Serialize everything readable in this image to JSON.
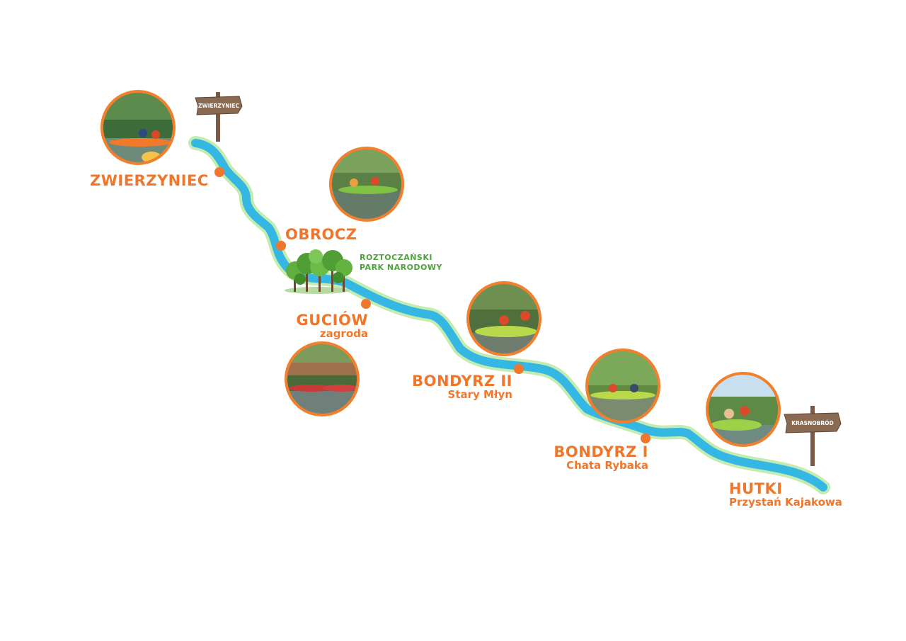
{
  "colors": {
    "river": "#35b7e4",
    "river_outline": "#c4ecb0",
    "accent": "#f0762c",
    "park_green": "#4ea23c",
    "sign_wood": "#7a5a44",
    "photo_ring": "#f0802e"
  },
  "signposts": {
    "start": "ZWIERZYNIEC",
    "end": "KRASNOBRÓD"
  },
  "park": {
    "line1": "ROZTOCZAŃSKI",
    "line2": "PARK NARODOWY",
    "icon": "tree-cluster-icon"
  },
  "stops": [
    {
      "name": "ZWIERZYNIEC",
      "subtitle": ""
    },
    {
      "name": "OBROCZ",
      "subtitle": ""
    },
    {
      "name": "GUCIÓW",
      "subtitle": "zagroda"
    },
    {
      "name": "BONDYRZ II",
      "subtitle": "Stary Młyn"
    },
    {
      "name": "BONDYRZ I",
      "subtitle": "Chata Rybaka"
    },
    {
      "name": "HUTKI",
      "subtitle": "Przystań Kajakowa"
    }
  ],
  "photos": [
    "kayak-photo-1",
    "kayak-photo-2",
    "kayak-photo-3",
    "kayak-photo-4",
    "kayak-photo-5",
    "kayak-photo-6"
  ]
}
